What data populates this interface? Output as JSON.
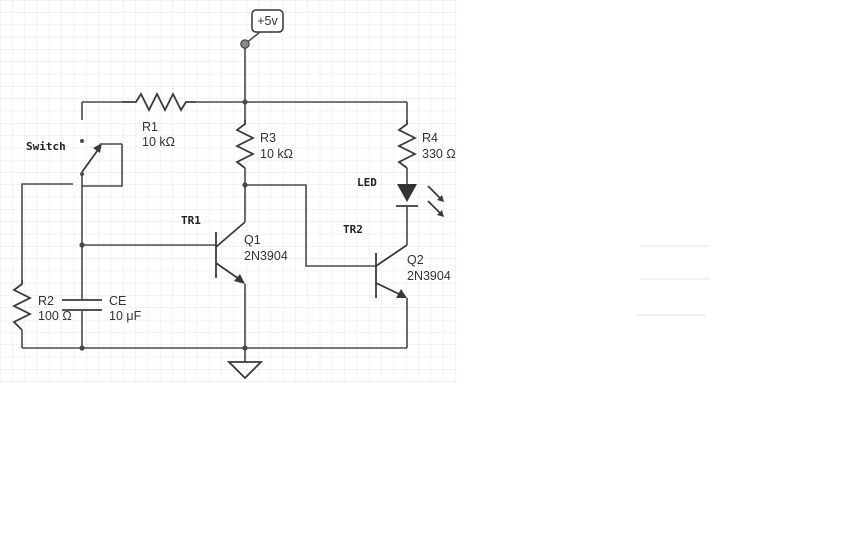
{
  "supply": {
    "label": "+5v"
  },
  "switch": {
    "label": "Switch"
  },
  "resistors": [
    {
      "ref": "R1",
      "value": "10 kΩ"
    },
    {
      "ref": "R2",
      "value": "100 Ω"
    },
    {
      "ref": "R3",
      "value": "10 kΩ"
    },
    {
      "ref": "R4",
      "value": "330 Ω"
    }
  ],
  "capacitor": {
    "ref": "CE",
    "value": "10 μF"
  },
  "led": {
    "label": "LED"
  },
  "transistors": [
    {
      "tag": "TR1",
      "ref": "Q1",
      "part": "2N3904"
    },
    {
      "tag": "TR2",
      "ref": "Q2",
      "part": "2N3904"
    }
  ]
}
